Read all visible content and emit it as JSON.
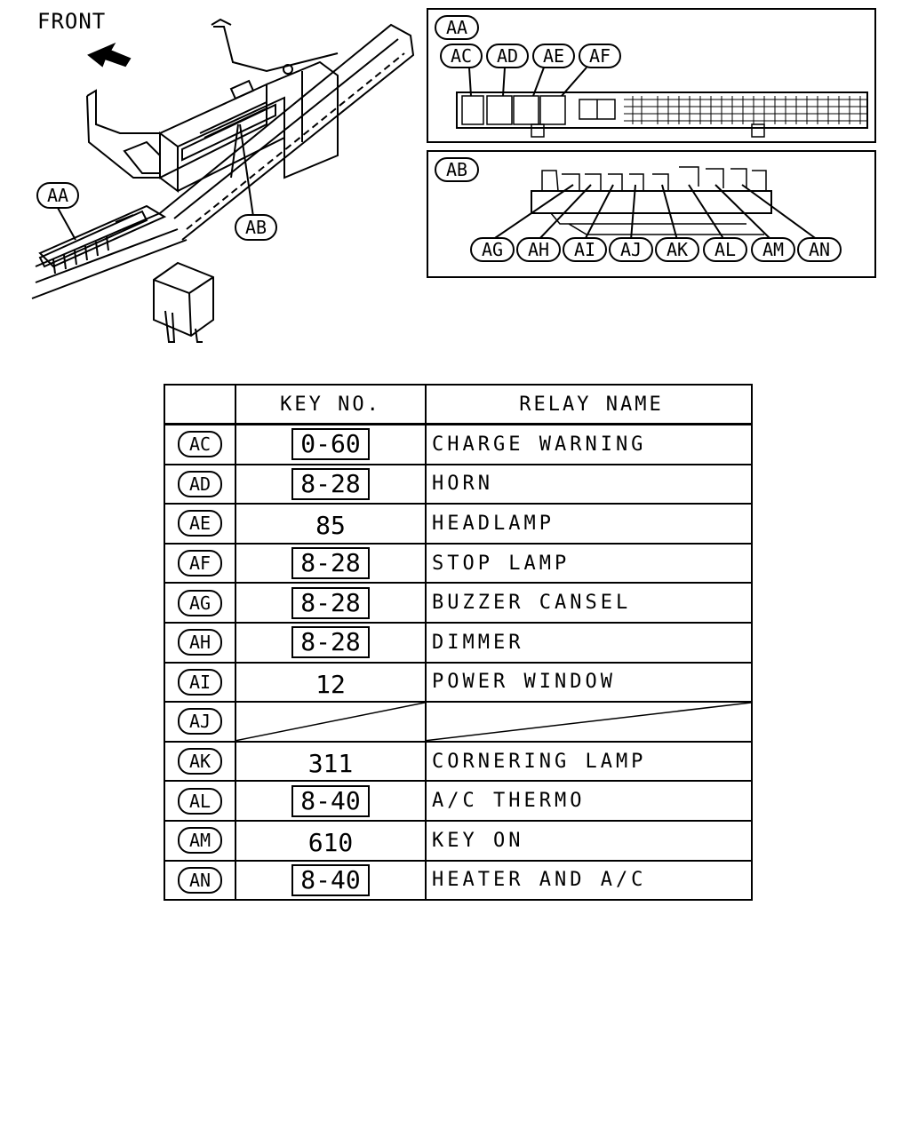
{
  "diagram": {
    "front_label": "FRONT",
    "callouts": {
      "aa": "AA",
      "ab": "AB"
    },
    "inset_aa": {
      "title": "AA",
      "slots": [
        "AC",
        "AD",
        "AE",
        "AF"
      ]
    },
    "inset_ab": {
      "title": "AB",
      "slots": [
        "AG",
        "AH",
        "AI",
        "AJ",
        "AK",
        "AL",
        "AM",
        "AN"
      ]
    }
  },
  "table": {
    "headers": {
      "code": "",
      "key": "KEY NO.",
      "name": "RELAY NAME"
    },
    "rows": [
      {
        "code": "AC",
        "key": "0-60",
        "boxed": true,
        "name": "CHARGE WARNING"
      },
      {
        "code": "AD",
        "key": "8-28",
        "boxed": true,
        "name": "HORN"
      },
      {
        "code": "AE",
        "key": "85",
        "boxed": false,
        "name": "HEADLAMP"
      },
      {
        "code": "AF",
        "key": "8-28",
        "boxed": true,
        "name": "STOP LAMP"
      },
      {
        "code": "AG",
        "key": "8-28",
        "boxed": true,
        "name": "BUZZER CANSEL"
      },
      {
        "code": "AH",
        "key": "8-28",
        "boxed": true,
        "name": "DIMMER"
      },
      {
        "code": "AI",
        "key": "12",
        "boxed": false,
        "name": "POWER WINDOW"
      },
      {
        "code": "AJ",
        "key": "",
        "boxed": false,
        "name": ""
      },
      {
        "code": "AK",
        "key": "311",
        "boxed": false,
        "name": "CORNERING LAMP"
      },
      {
        "code": "AL",
        "key": "8-40",
        "boxed": true,
        "name": "A/C THERMO"
      },
      {
        "code": "AM",
        "key": "610",
        "boxed": false,
        "name": "KEY ON"
      },
      {
        "code": "AN",
        "key": "8-40",
        "boxed": true,
        "name": "HEATER AND A/C"
      }
    ]
  }
}
